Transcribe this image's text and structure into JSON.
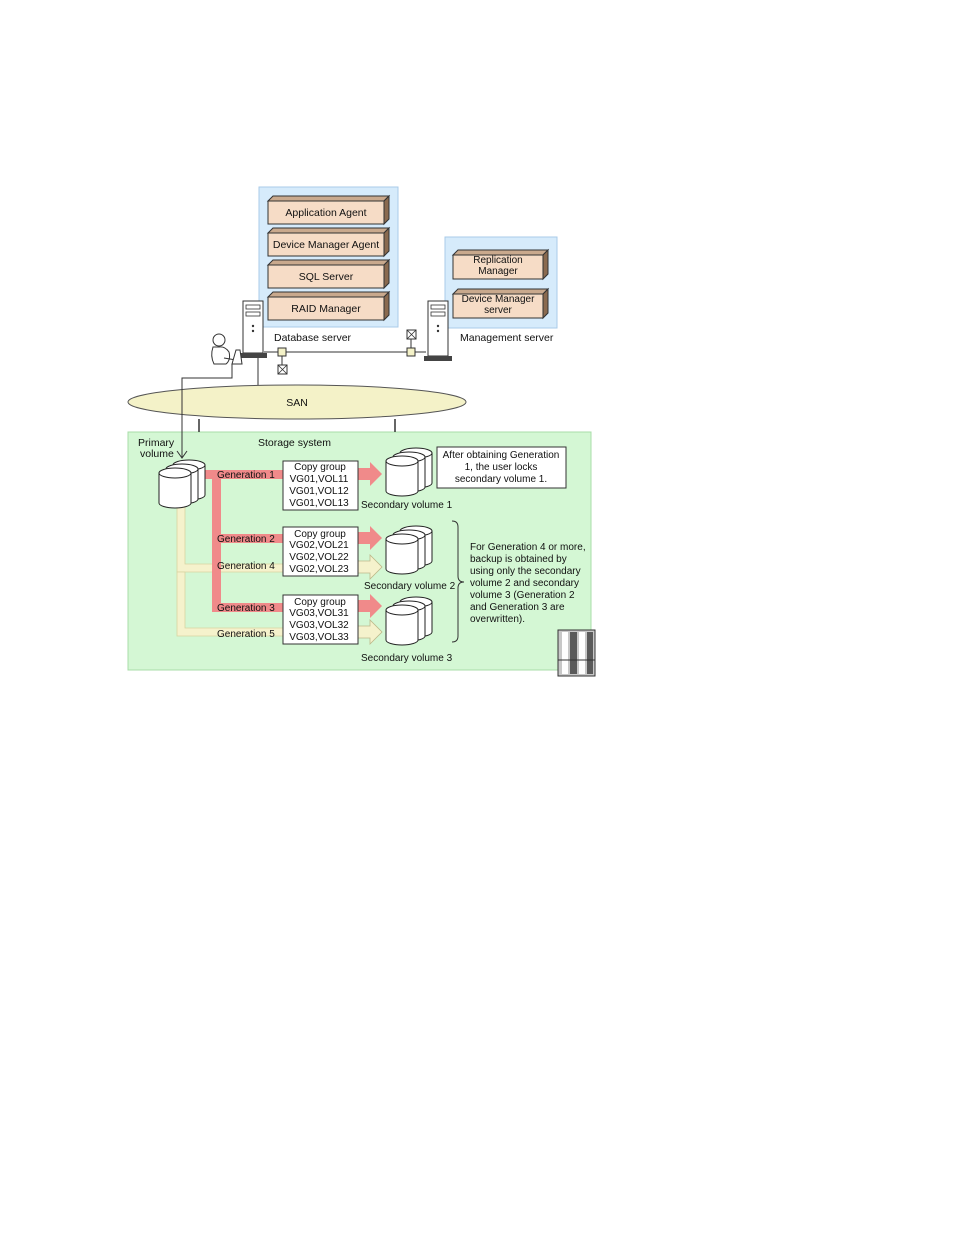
{
  "db_server": {
    "components": [
      "Application Agent",
      "Device Manager Agent",
      "SQL Server",
      "RAID Manager"
    ],
    "label": "Database server"
  },
  "mgmt_server": {
    "components": [
      {
        "line1": "Replication",
        "line2": "Manager"
      },
      {
        "line1": "Device Manager",
        "line2": "server"
      }
    ],
    "label": "Management server"
  },
  "san": {
    "label": "SAN"
  },
  "storage": {
    "label": "Storage system",
    "primary": {
      "line1": "Primary",
      "line2": "volume"
    }
  },
  "generations": [
    {
      "label": "Generation 1"
    },
    {
      "label": "Generation 2"
    },
    {
      "label": "Generation 4"
    },
    {
      "label": "Generation 3"
    },
    {
      "label": "Generation 5"
    }
  ],
  "copy_groups": [
    {
      "title": "Copy group",
      "items": [
        "VG01,VOL11",
        "VG01,VOL12",
        "VG01,VOL13"
      ]
    },
    {
      "title": "Copy group",
      "items": [
        "VG02,VOL21",
        "VG02,VOL22",
        "VG02,VOL23"
      ]
    },
    {
      "title": "Copy group",
      "items": [
        "VG03,VOL31",
        "VG03,VOL32",
        "VG03,VOL33"
      ]
    }
  ],
  "secondary_volumes": [
    "Secondary volume 1",
    "Secondary volume 2",
    "Secondary volume 3"
  ],
  "notes": {
    "lock": [
      "After obtaining Generation",
      "1, the user locks",
      "secondary volume 1."
    ],
    "overwrite": [
      "For Generation 4 or more,",
      "backup is obtained by",
      "using only the secondary",
      "volume 2 and secondary",
      "volume 3 (Generation 2",
      "and Generation 3 are",
      "overwritten)."
    ]
  },
  "colors": {
    "component_fill": "#f6dcc6",
    "server_panel": "#d6ebfb",
    "san_fill": "#f4f2c8",
    "storage_fill": "#d4f7d4",
    "active_arrow": "#f08a8a",
    "inactive_arrow": "#f5f2cc"
  }
}
